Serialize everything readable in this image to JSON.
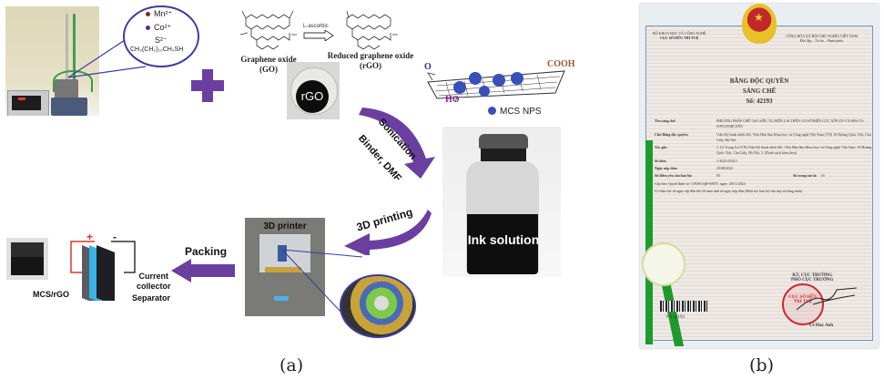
{
  "panel_a": {
    "caption": "(a)",
    "ion_bubble": {
      "mn": "Mn²⁺",
      "co": "Co²⁺",
      "s": "S²⁻",
      "thiol": "CH₃(CH₂)₁₀CH₂SH",
      "mn_color": "#7a2a2a",
      "co_color": "#5b2d8e"
    },
    "go_label_1": "Graphene oxide",
    "go_label_2": "(GO)",
    "arrow_label": "L-ascorbic",
    "rgo_label_1": "Reduced graphene oxide",
    "rgo_label_2": "(rGO)",
    "rgo_dish_label": "rGO",
    "mcs_o": "O",
    "mcs_cooh": "COOH",
    "mcs_ho": "HO",
    "mcs_legend": "MCS NPS",
    "sonication": "Sonication",
    "binder": "Binder, DMF",
    "ink": "Ink solution",
    "printing": "3D printing",
    "printer": "3D printer",
    "packing": "Packing",
    "device": {
      "plus": "+",
      "minus": "-",
      "current_collector_1": "Current",
      "current_collector_2": "collector",
      "separator": "Separator",
      "electrode": "MCS/rGO"
    },
    "colors": {
      "accent": "#6a3fa0",
      "np_blue": "#3a4fb8",
      "separator": "#3ab4e6"
    }
  },
  "panel_b": {
    "caption": "(b)",
    "header_left_1": "BỘ KHOA HỌC VÀ CÔNG NGHỆ",
    "header_left_2": "CỤC SỞ HỮU TRÍ TUỆ",
    "header_right_1": "CỘNG HÒA XÃ HỘI CHỦ NGHĨA VIỆT NAM",
    "header_right_2": "Độc lập – Tự do – Hạnh phúc",
    "title_1": "BẰNG ĐỘC QUYỀN",
    "title_2": "SÁNG CHẾ",
    "number": "Số: 42193",
    "fields": [
      {
        "label": "Tên sáng chế:",
        "value": "PHƯƠNG PHÁP CHẾ TẠO SIÊU TỤ ĐIỆN LAI TRÊN CƠ SỞ ĐIỆN CỰC XỐP ZN VÀ MN-CO-S/POLYME DẪN"
      },
      {
        "label": "Chủ Bằng độc quyền:",
        "value": "Viện Kỹ thuật nhiệt đới, Viện Hàn lâm Khoa học và Công nghệ Việt Nam (VN) 18 Hoàng Quốc Việt, Cầu Giấy, Hà Nội"
      },
      {
        "label": "Tác giả:",
        "value": "1. Lê Trọng Lư (VN) Viện Kỹ thuật nhiệt đới, Viện Hàn lâm Khoa học và Công nghệ Việt Nam, 18 Hoàng Quốc Việt, Cầu Giấy, Hà Nội. 2. (Danh sách kèm theo)"
      },
      {
        "label": "Số đơn:",
        "value": "1-2022-05413"
      },
      {
        "label": "Ngày nộp đơn:",
        "value": "25/08/2022"
      },
      {
        "label": "Số điểm yêu cầu bảo hộ:",
        "value": "05"
      },
      {
        "label": "Số trang mô tả:",
        "value": "16"
      }
    ],
    "decision": "Cấp theo Quyết định số: 139491/QĐ-SHTT, ngày: 28/11/2024",
    "validity": "Có hiệu lực từ ngày cấp đến hết 20 năm tính từ ngày nộp đơn (Hiệu lực bảo hộ cần duy trì hàng năm).",
    "signer_title_1": "KT. CỤC TRƯỞNG",
    "signer_title_2": "PHÓ CỤC TRƯỞNG",
    "signer_name": "Lê Huy Anh",
    "stamp_text": "CỤC SỞ HỮU TRÍ TUỆ",
    "barcode_text": "VN 42193",
    "colors": {
      "ribbon": "#1f9a2c",
      "stamp": "#d0282c",
      "emblem_red": "#c0282a",
      "emblem_gold": "#e8c02a"
    }
  }
}
